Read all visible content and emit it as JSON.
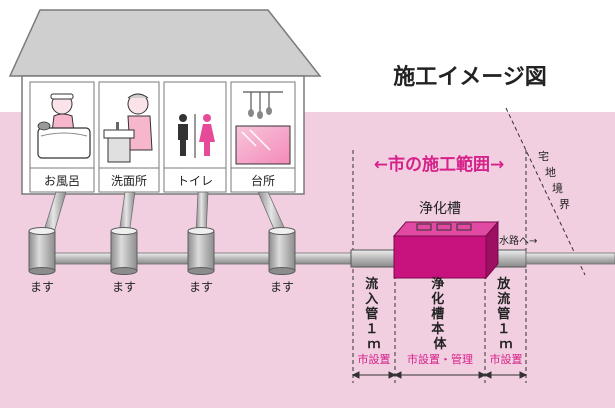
{
  "title": "施工イメージ図",
  "rooms": [
    {
      "label": "お風呂",
      "icon": "bathtub-person-icon"
    },
    {
      "label": "洗面所",
      "icon": "washbasin-person-icon"
    },
    {
      "label": "トイレ",
      "icon": "toilet-figures-icon"
    },
    {
      "label": "台所",
      "icon": "kitchen-utensils-icon"
    }
  ],
  "masu_label": "ます",
  "city_scope": "←市の施工範囲→",
  "tank_label": "浄化槽",
  "outflow_label": "水路へ→",
  "boundary_label": "宅地境界",
  "sections": [
    {
      "name": "流入管１ｍ",
      "owner": "市設置"
    },
    {
      "name": "浄化槽本体",
      "owner": "市設置・管理"
    },
    {
      "name": "放流管１ｍ",
      "owner": "市設置"
    }
  ],
  "colors": {
    "ground_pink": "#f1cfe0",
    "magenta": "#d6218a",
    "tank": "#c8137f",
    "roof": "#d0d0d0",
    "pipe": "#999999"
  }
}
